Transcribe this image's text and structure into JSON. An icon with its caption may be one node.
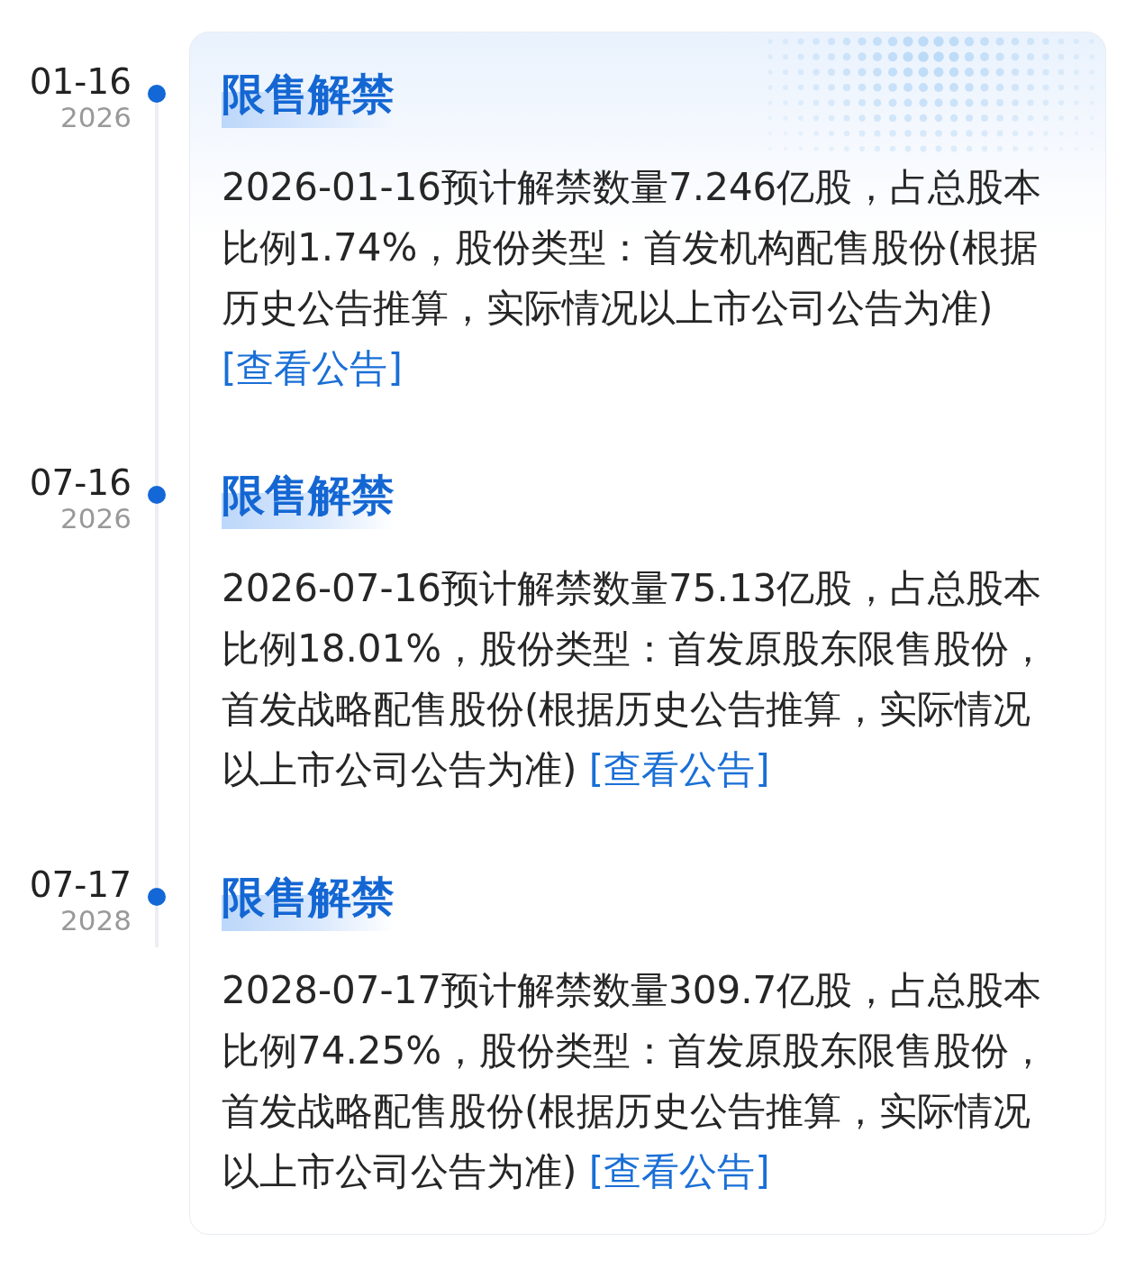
{
  "diagram": {
    "nodes": [
      {
        "text": [],
        "shape": "box"
      },
      {
        "text": [
          "限售解禁",
          "2026-01-16预计解禁数量7.246亿股，占总股本比例1.74%，股份类型：首发机构配售股份(根据历史公告推算，实际情况以上市公司公告为准)",
          "[查看公告]"
        ],
        "in": 0,
        "beside": [
          "01-16",
          "2026"
        ]
      },
      {
        "text": [
          "限售解禁",
          "2026-07-16预计解禁数量75.13亿股，占总股本比例18.01%，股份类型：首发原股东限售股份，首发战略配售股份(根据历史公告推算，实际情况以上市公司公告为准)",
          "[查看公告]"
        ],
        "in": 0,
        "beside": [
          "07-16",
          "2026"
        ]
      },
      {
        "text": [
          "限售解禁",
          "2028-07-17预计解禁数量309.7亿股，占总股本比例74.25%，股份类型：首发原股东限售股份，首发战略配售股份(根据历史公告推算，实际情况以上市公司公告为准)",
          "[查看公告]"
        ],
        "in": 0,
        "beside": [
          "07-17",
          "2028"
        ]
      }
    ]
  }
}
